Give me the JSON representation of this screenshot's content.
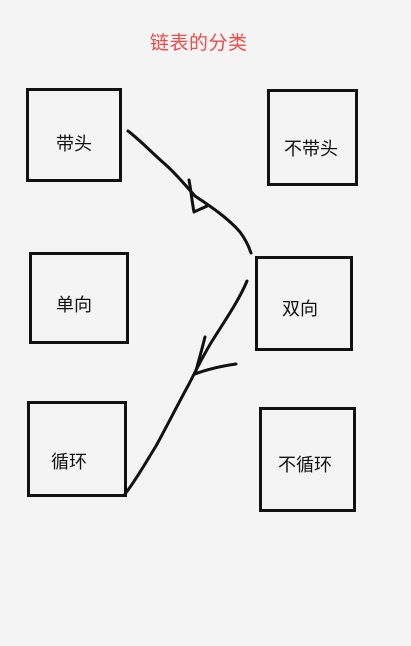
{
  "title": "链表的分类",
  "colors": {
    "title": "#ee4b4b",
    "ink": "#111111",
    "background": "#f4f4f4"
  },
  "boxes": [
    {
      "id": "with-head",
      "label": "带头"
    },
    {
      "id": "without-head",
      "label": "不带头"
    },
    {
      "id": "singly",
      "label": "单向"
    },
    {
      "id": "doubly",
      "label": "双向"
    },
    {
      "id": "circular",
      "label": "循环"
    },
    {
      "id": "non-circular",
      "label": "不循环"
    }
  ],
  "arrows": [
    {
      "from": "with-head",
      "to": "doubly"
    },
    {
      "from": "doubly",
      "to": "circular"
    }
  ]
}
